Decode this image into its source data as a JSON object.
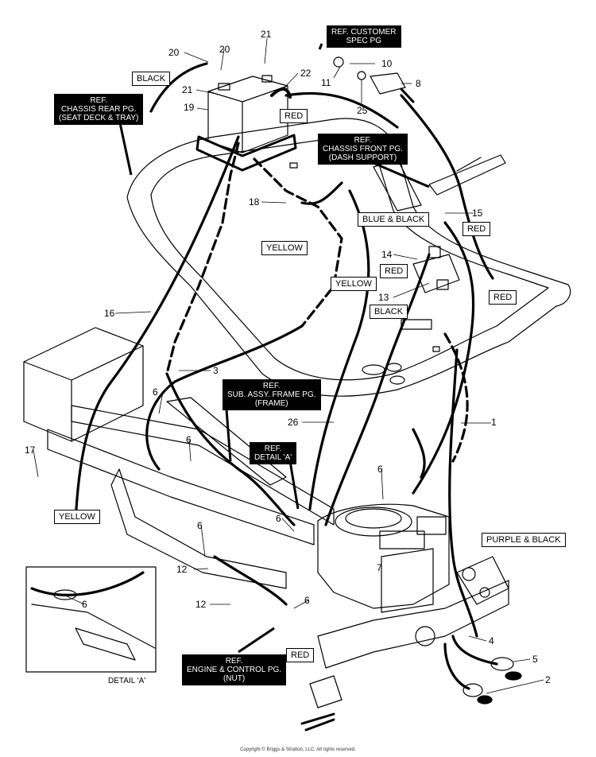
{
  "callouts": [
    "1",
    "2",
    "3",
    "4",
    "5",
    "6",
    "6",
    "6",
    "6",
    "6",
    "6",
    "6",
    "7",
    "8",
    "10",
    "11",
    "12",
    "12",
    "13",
    "14",
    "15",
    "16",
    "17",
    "18",
    "19",
    "20",
    "20",
    "21",
    "21",
    "22",
    "25",
    "26"
  ],
  "tags": {
    "black_top": "BLACK",
    "red_battery": "RED",
    "blue_black": "BLUE & BLACK",
    "yellow_mid": "YELLOW",
    "red_15": "RED",
    "red_14": "RED",
    "yellow_13": "YELLOW",
    "red_right": "RED",
    "black_13": "BLACK",
    "yellow_left": "YELLOW",
    "purple_black": "PURPLE & BLACK",
    "red_bottom": "RED"
  },
  "refs": {
    "customer": [
      "REF.  CUSTOMER",
      "SPEC PG"
    ],
    "chassis_rear": [
      "REF.",
      "CHASSIS REAR PG.",
      "(SEAT DECK & TRAY)"
    ],
    "chassis_front": [
      "REF.",
      "CHASSIS FRONT PG.",
      "(DASH SUPPORT)"
    ],
    "sub_assy": [
      "REF.",
      "SUB. ASSY. FRAME PG.",
      "(FRAME)"
    ],
    "detail_a": [
      "REF.",
      "DETAIL 'A'"
    ],
    "engine": [
      "REF.",
      "ENGINE & CONTROL PG.",
      "(NUT)"
    ]
  },
  "detail_caption": "DETAIL 'A'",
  "copyright": "Copyright © Briggs & Stratton, LLC. All rights reserved."
}
